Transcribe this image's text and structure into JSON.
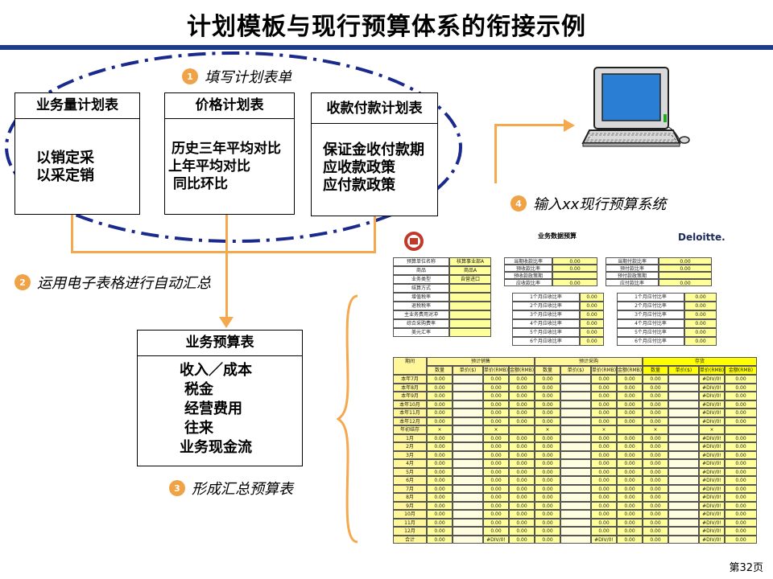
{
  "title": "计划模板与现行预算体系的衔接示例",
  "steps": [
    {
      "num": "1",
      "label": "填写计划表单"
    },
    {
      "num": "2",
      "label": "运用电子表格进行自动汇总"
    },
    {
      "num": "3",
      "label": "形成汇总预算表"
    },
    {
      "num": "4",
      "label": "输入xx现行预算系统"
    }
  ],
  "plans": [
    {
      "title": "业务量计划表",
      "lines": [
        "以销定采",
        "以采定销"
      ]
    },
    {
      "title": "价格计划表",
      "lines": [
        "历史三年平均对比",
        "上年平均对比",
        "同比环比"
      ]
    },
    {
      "title": "收款付款计划表",
      "lines": [
        "保证金收付款期",
        "应收款政策",
        "应付款政策"
      ]
    }
  ],
  "budget": {
    "title": "业务预算表",
    "lines": [
      "收入／成本",
      "税金",
      "经营费用",
      "往来",
      "业务现金流"
    ]
  },
  "sheet": {
    "title": "业务数据预算",
    "brand": "Deloitte.",
    "left_rows": [
      "预算单位名称",
      "商品",
      "业务类型",
      "结算方式",
      "增值税率",
      "退税税率",
      "主业务费用对冲",
      "综合采购费率",
      "美元汇率"
    ],
    "left_values": [
      "核算事业部A",
      "商品A",
      "自营进口",
      "",
      "",
      "",
      "",
      "",
      ""
    ],
    "mid_rows": [
      "当期收款比率",
      "预收款比率",
      "预收款政策期",
      "应收款比率"
    ],
    "mid_values": [
      "0.00",
      "0.00",
      "",
      "0.00"
    ],
    "right_rows": [
      "当期付款比率",
      "预付款比率",
      "预付款政策期",
      "应付款比率"
    ],
    "right_values": [
      "0.00",
      "0.00",
      "",
      "0.00"
    ],
    "recv_rows": [
      "1个月应收比率",
      "2个月应收比率",
      "3个月应收比率",
      "4个月应收比率",
      "5个月应收比率",
      "6个月应收比率"
    ],
    "pay_rows": [
      "1个月应付比率",
      "2个月应付比率",
      "3个月应付比率",
      "4个月应付比率",
      "5个月应付比率",
      "6个月应付比率"
    ],
    "group_headers": [
      "预计销售",
      "预计采购",
      "存货"
    ],
    "sub_headers": [
      "数量",
      "单价($)",
      "单价(RMB)",
      "金额(RMB)"
    ],
    "period_header": "期间",
    "months": [
      "本年7月",
      "本年8月",
      "本年9月",
      "本年10月",
      "本年11月",
      "本年12月",
      "年初结存",
      "1月",
      "2月",
      "3月",
      "4月",
      "5月",
      "6月",
      "7月",
      "8月",
      "9月",
      "10月",
      "11月",
      "12月",
      "合计"
    ],
    "zero": "0.00",
    "err": "#DIV/0!"
  },
  "page_number": "第32页"
}
